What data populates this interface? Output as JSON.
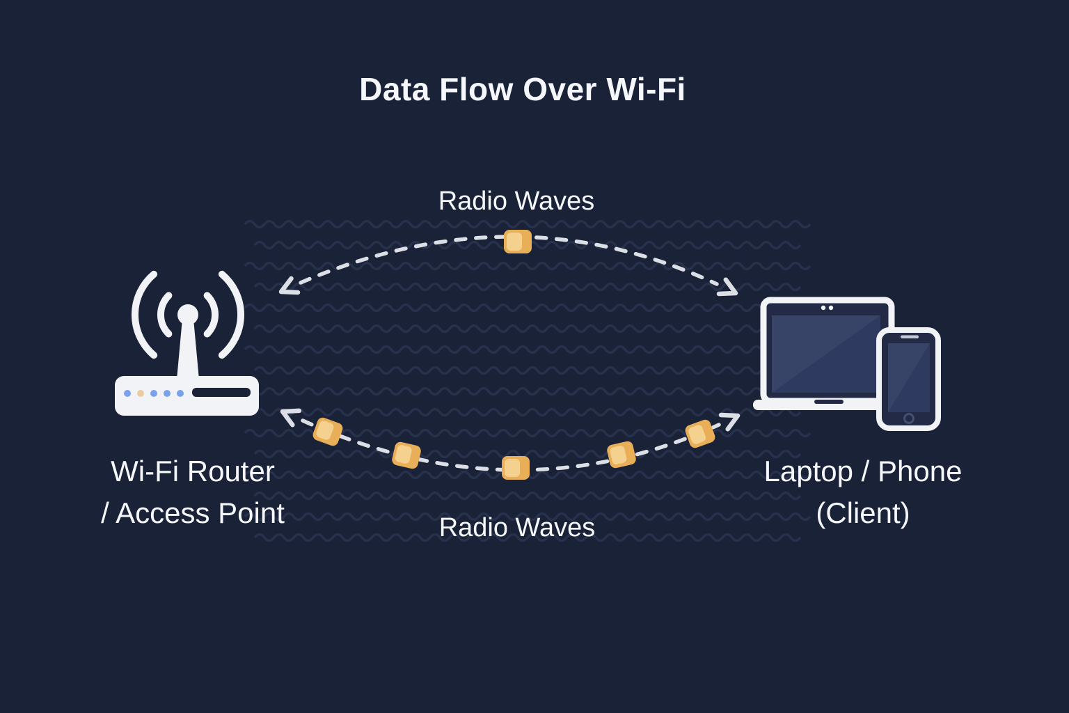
{
  "title": "Data Flow Over Wi-Fi",
  "diagram": {
    "router": {
      "label_line1": "Wi-Fi Router",
      "label_line2": "/ Access Point"
    },
    "client": {
      "label_line1": "Laptop / Phone",
      "label_line2": "(Client)"
    },
    "top_link": {
      "label": "Radio Waves",
      "packet_count": 1,
      "arrow_ends": "both"
    },
    "bottom_link": {
      "label": "Radio Waves",
      "packet_count": 5,
      "arrow_ends": "both"
    }
  },
  "colors": {
    "background": "#1a2238",
    "text": "#f5f7fb",
    "dash": "#dcdfe5",
    "wave": "#8698d1",
    "packet": "#e9ae58",
    "packet_highlight": "#f5d190",
    "frame": "#f1f3f6",
    "bezel": "#222a46",
    "screen": "#2e3a5f",
    "led_blue": "#7ba1ec",
    "led_tan": "#eccaa2"
  }
}
